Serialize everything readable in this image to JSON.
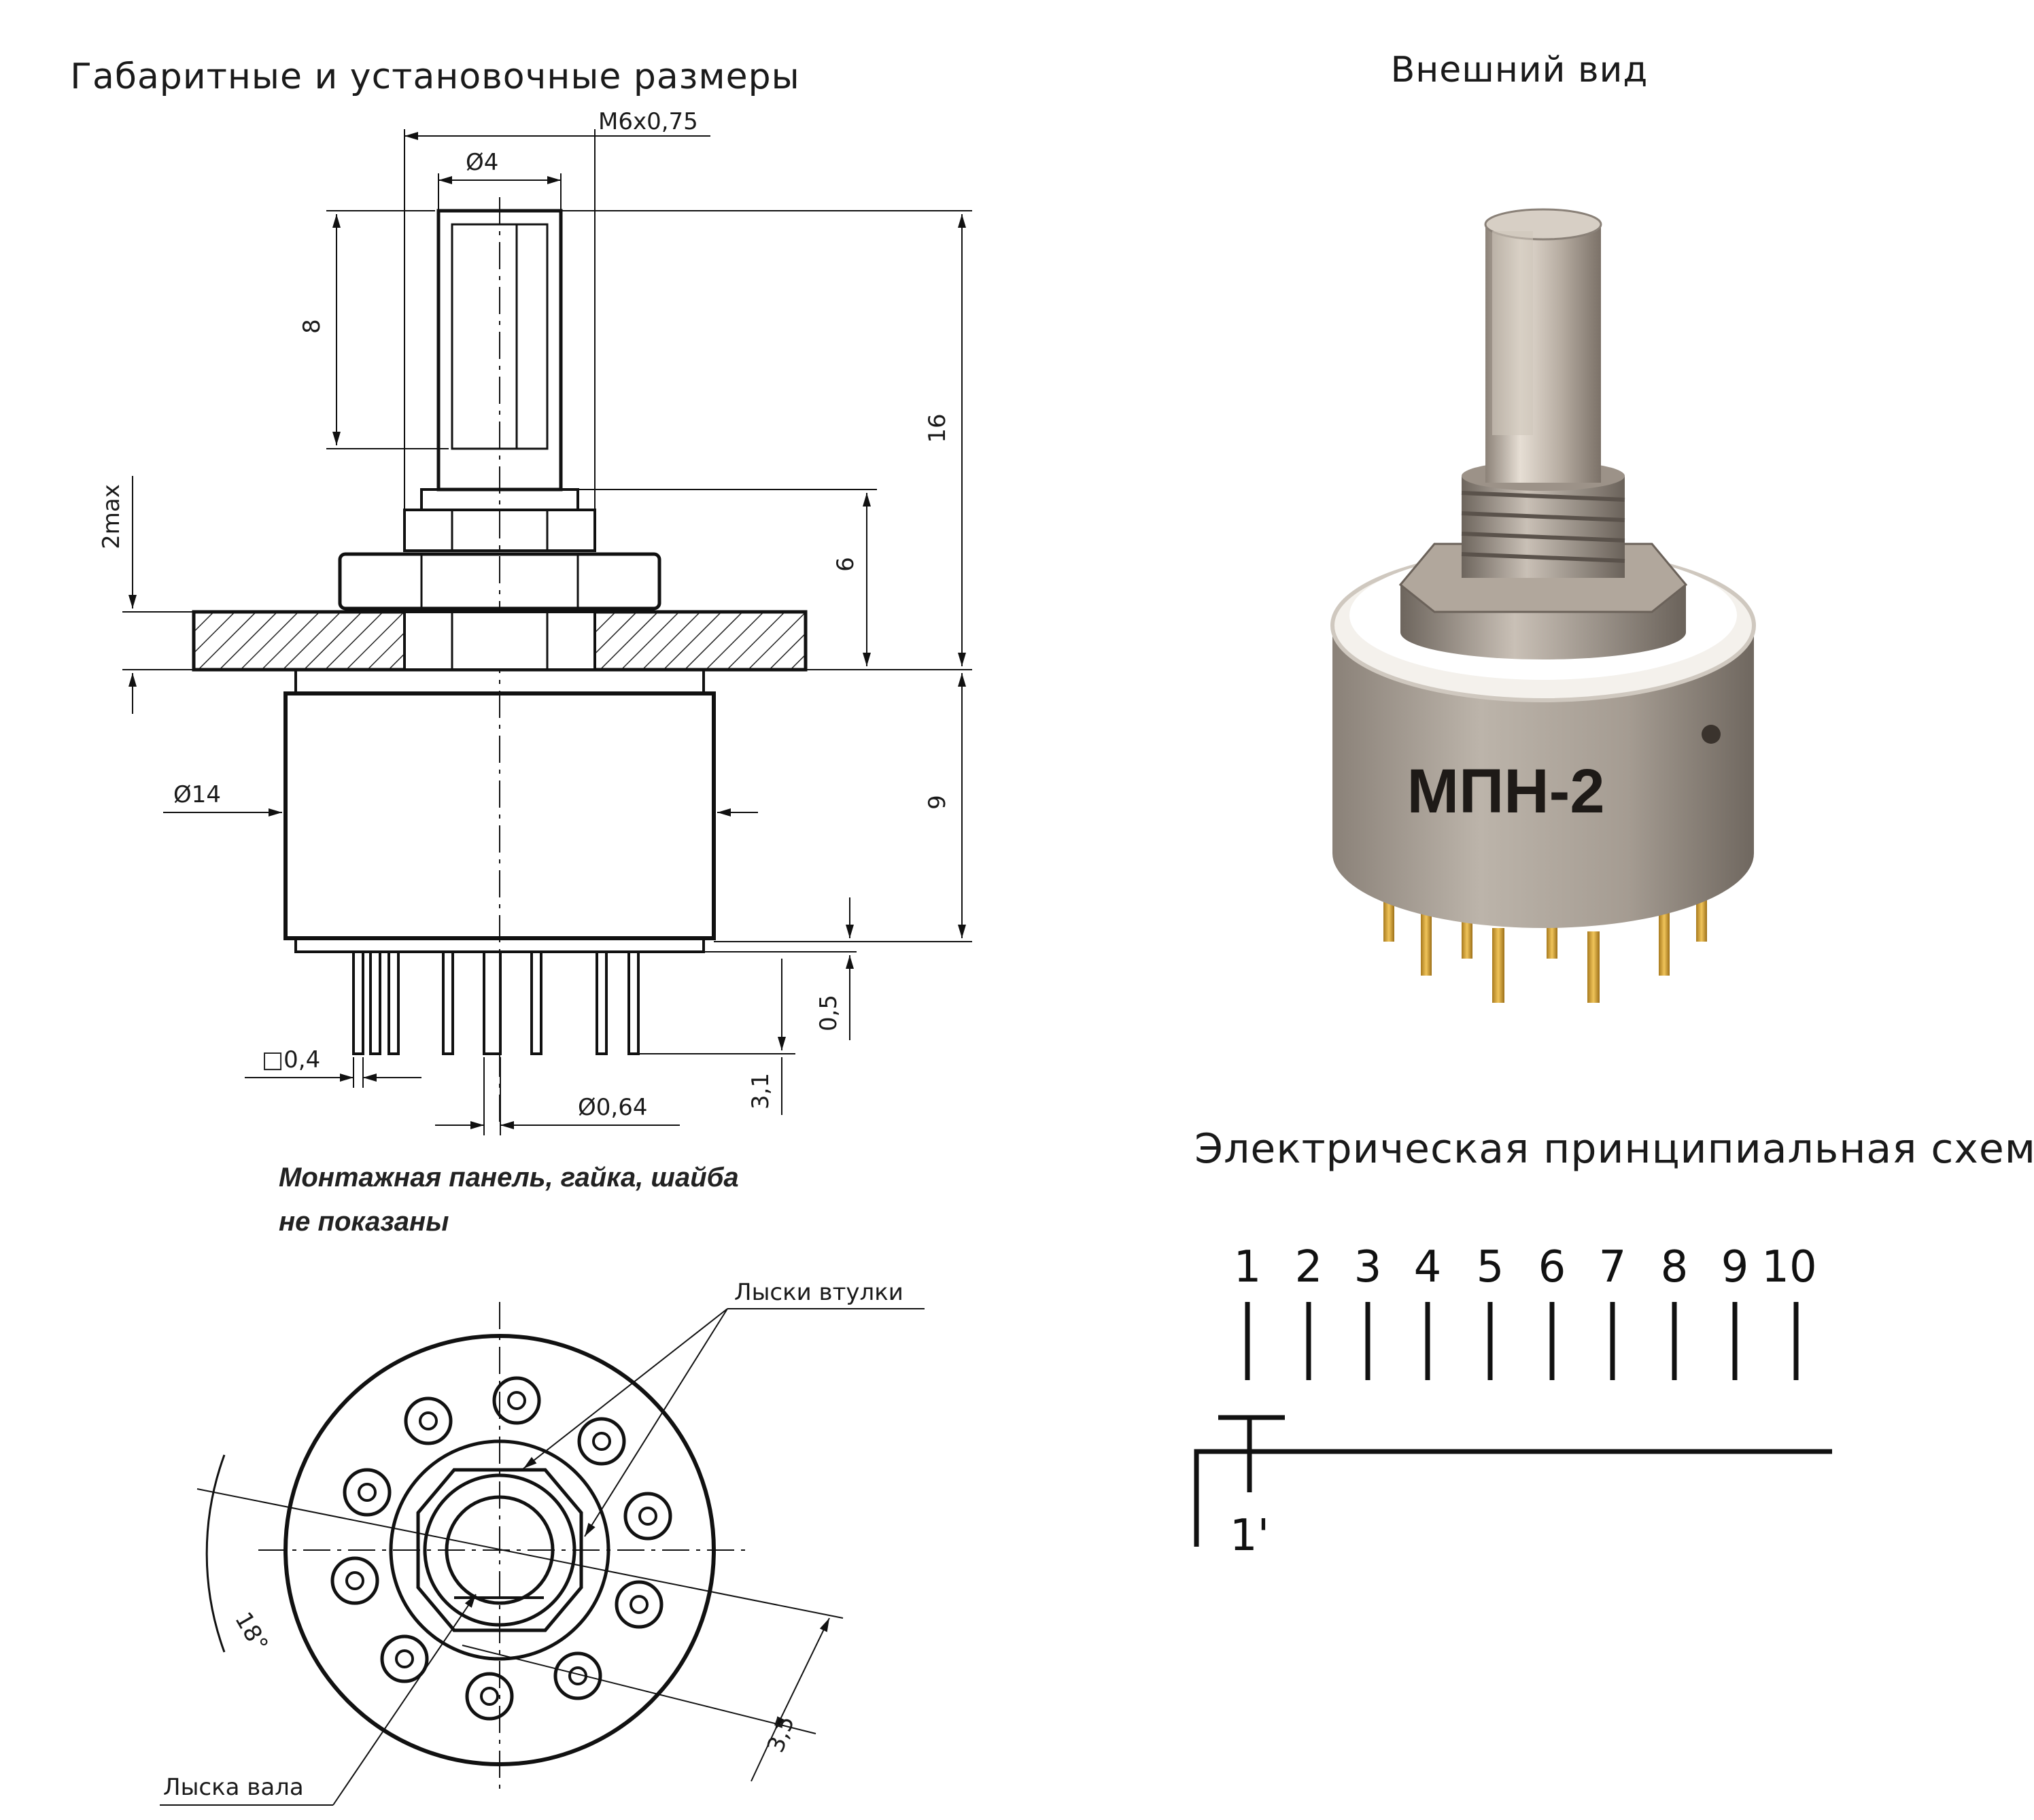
{
  "titles": {
    "drawing": "Габаритные и установочные размеры",
    "photo": "Внешний вид",
    "schematic": "Электрическая принципиальная схема"
  },
  "dimensions": {
    "thread": "M6x0,75",
    "shaft_diameter": "Ø4",
    "shaft_flat_length": "8",
    "total_height": "16",
    "bushing_height": "6",
    "max_height": "2max",
    "body_diameter": "Ø14",
    "body_height": "9",
    "pin_square": "□0,4",
    "pin_offset": "0,5",
    "pin_length": "3,1",
    "pin_diameter": "Ø0,64",
    "angle": "18°",
    "flat_distance": "3,5"
  },
  "notes": {
    "not_shown": "Монтажная панель, гайка, шайба",
    "not_shown_2": "не показаны"
  },
  "callouts": {
    "bushing_flats": "Лыски втулки",
    "shaft_flat": "Лыска вала"
  },
  "photo": {
    "product_label": "МПН-2"
  },
  "schematic": {
    "contacts": [
      "1",
      "2",
      "3",
      "4",
      "5",
      "6",
      "7",
      "8",
      "9",
      "10"
    ],
    "common": "1'"
  }
}
